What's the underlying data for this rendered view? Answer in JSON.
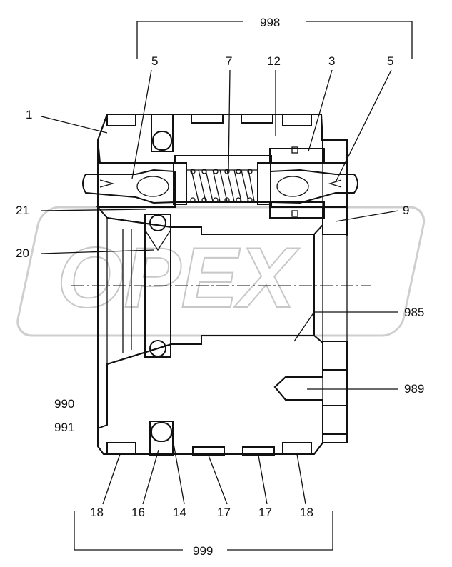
{
  "watermark": "OPEX",
  "labels": {
    "top_group": "998",
    "bottom_group": "999",
    "l5a": "5",
    "l7": "7",
    "l12": "12",
    "l3": "3",
    "l5b": "5",
    "l1": "1",
    "l21": "21",
    "l9": "9",
    "l20": "20",
    "l985": "985",
    "l989": "989",
    "l990": "990",
    "l991": "991",
    "l18a": "18",
    "l16": "16",
    "l14": "14",
    "l17a": "17",
    "l17b": "17",
    "l18b": "18"
  },
  "colors": {
    "line": "#111111",
    "watermark": "#c8c8c8",
    "background": "#ffffff"
  }
}
